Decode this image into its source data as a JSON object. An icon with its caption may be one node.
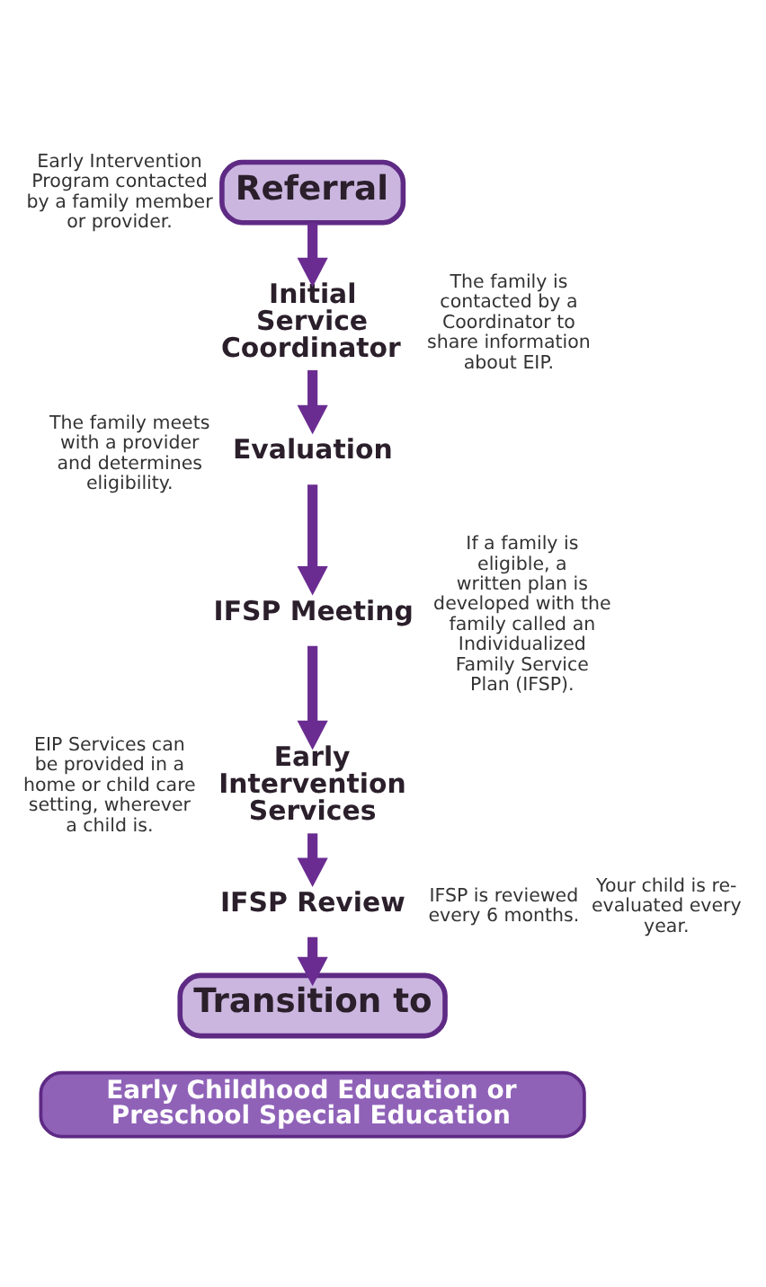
{
  "diagram": {
    "nodes": [
      {
        "text": [
          "Referral"
        ],
        "beside": [
          "Early Intervention Program contacted by a family member or provider."
        ]
      },
      {
        "text": [
          "Initial Service Coordinator"
        ],
        "beside": [
          "The family is contacted by a Coordinator to share information about EIP."
        ]
      },
      {
        "text": [
          "Evaluation"
        ],
        "beside": [
          "The family meets with a provider and determines eligibility."
        ]
      },
      {
        "text": [
          "IFSP Meeting"
        ],
        "beside": [
          "If a family is eligible, a written plan is developed with the family called an Individualized Family Service Plan (IFSP)."
        ]
      },
      {
        "text": [
          "Early Intervention Services"
        ],
        "beside": [
          "EIP Services can be provided in a home or child care setting, wherever a child is."
        ]
      },
      {
        "text": [
          "IFSP Review"
        ],
        "beside": [
          "IFSP is reviewed every 6 months.",
          "Your child is re-evaluated every year."
        ]
      },
      {
        "text": [
          "Transition to"
        ]
      },
      {
        "text": [
          "Early Childhood Education or Preschool Special Education"
        ]
      }
    ],
    "edges": [
      {
        "from": 0,
        "to": 1,
        "arrow": "to"
      },
      {
        "from": 1,
        "to": 2,
        "arrow": "to"
      },
      {
        "from": 2,
        "to": 3,
        "arrow": "to"
      },
      {
        "from": 3,
        "to": 4,
        "arrow": "to"
      },
      {
        "from": 4,
        "to": 5,
        "arrow": "to"
      },
      {
        "from": 5,
        "to": 6,
        "arrow": "to"
      }
    ]
  }
}
